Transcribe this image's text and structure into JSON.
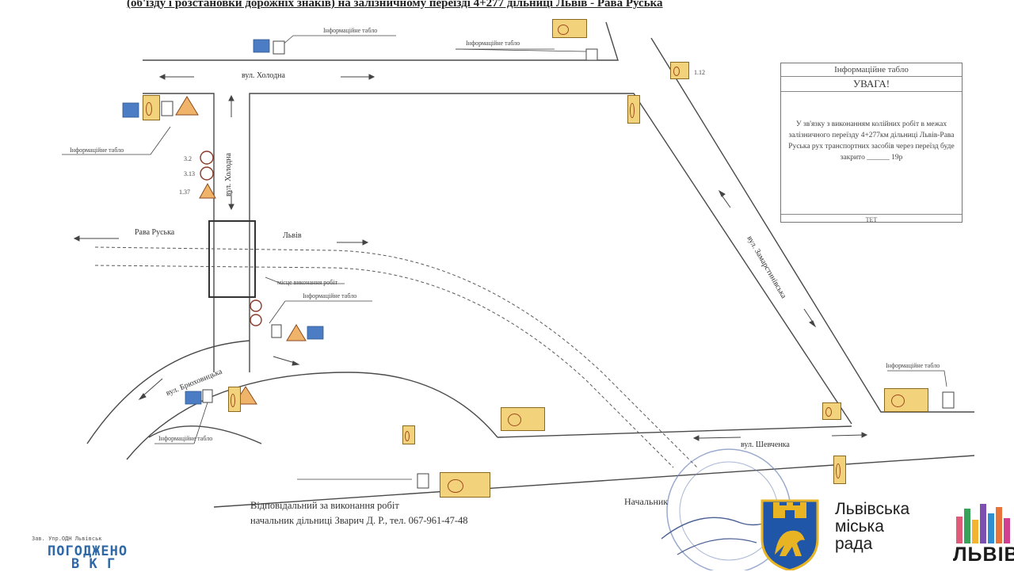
{
  "header": {
    "title": "(об'їзду і розстановки дорожніх знаків) на залізничному переїзді 4+277 дільниці Львів - Рава Руська"
  },
  "streets": {
    "kholodna_top": "вул. Холодна",
    "kholodna_vertical": "вул. Холодна",
    "bryukhovytska": "вул. Брюховицька",
    "shevchenka": "вул. Шевченка",
    "zamarstynivska": "вул. Замарстинівська"
  },
  "directions": {
    "rava_ruska": "Рава Руська",
    "lviv": "Львів"
  },
  "labels": {
    "info_board": "Інформаційне табло",
    "work_zone": "місце виконання робіт"
  },
  "sign_codes": {
    "code_a": "3.2",
    "code_b": "3.13",
    "code_c": "1.37",
    "code_d": "1.12"
  },
  "info_board": {
    "header": "Інформаційне табло",
    "subheader": "УВАГА!",
    "body": "У зв'язку з виконанням колійних робіт в межах залізничного переїзду 4+277км дільниці Львів-Рава Руська рух транспортних засобів через переїзд буде закрито ______ 19р",
    "footer": "ТЕТ"
  },
  "responsible": {
    "line1": "Відповідальний за виконання робіт",
    "line2": "начальник дільниці Зварич Д. Р., тел. 067-961-47-48"
  },
  "signature": {
    "position": "Начальник"
  },
  "approval_stamp": {
    "small": "Зав. Упр.ОДН Львівськ",
    "word": "ПОГОДЖЕНО",
    "sub": "В К Г"
  },
  "city_logo": {
    "line1": "Львівська",
    "line2": "міська",
    "line3": "рада",
    "wordmark": "ЛЬВІВ"
  },
  "colors": {
    "road_line": "#4a4a4a",
    "sign_fill": "#f2d27a",
    "shield_blue": "#1f56a8",
    "shield_gold": "#e8b423",
    "stamp_blue": "#2f68a6",
    "seal_color": "#6f86b8"
  }
}
